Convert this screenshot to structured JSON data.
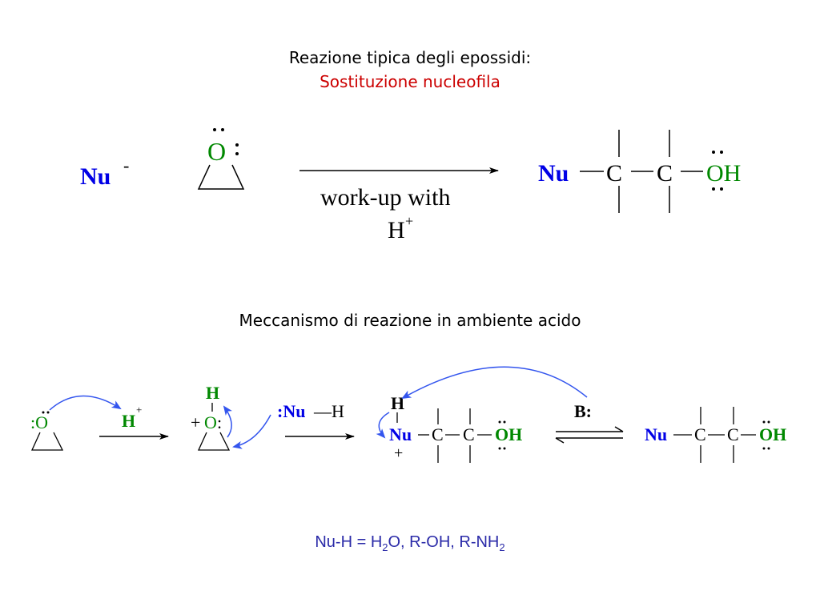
{
  "slide": {
    "title": "Reazione tipica degli epossidi:",
    "subtitle": "Sostituzione nucleofila",
    "mechanism_title": "Meccanismo di reazione in ambiente acido"
  },
  "overall_reaction": {
    "nucleophile": "Nu",
    "nucleophile_charge": "-",
    "epoxide_oxygen": "O",
    "arrow_label_line1": "work-up with",
    "arrow_label_line2": "H",
    "arrow_label_charge": "+",
    "product": {
      "nu": "Nu",
      "c1": "C",
      "c2": "C",
      "oh": "OH"
    }
  },
  "mechanism": {
    "step1": {
      "oxygen": ":O",
      "proton": "H",
      "proton_charge": "+"
    },
    "step2": {
      "h": "H",
      "plus": "+",
      "oxygen": "O",
      "colon": ":"
    },
    "step3": {
      "nucleophile": ":Nu",
      "dash_h": "—H"
    },
    "step4": {
      "h": "H",
      "nu": "Nu",
      "plus": "+",
      "c1": "C",
      "c2": "C",
      "oh": "OH"
    },
    "step5": {
      "base": "B:"
    },
    "step6": {
      "nu": "Nu",
      "c1": "C",
      "c2": "C",
      "oh": "OH"
    }
  },
  "footer": {
    "a": "Nu-H = H",
    "sub1": "2",
    "b": "O, R-OH, R-NH",
    "sub2": "2"
  },
  "colors": {
    "black": "#000000",
    "red": "#cc0000",
    "blue": "#0000e6",
    "green": "#008800",
    "arrow_blue": "#3355ee",
    "footer_blue": "#2a2aa8"
  }
}
